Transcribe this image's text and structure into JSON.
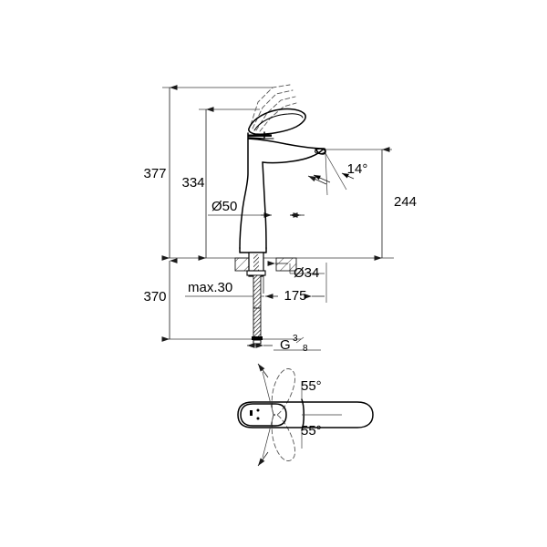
{
  "drawing": {
    "title": "Single-lever basin mixer XL-size technical dimension drawing",
    "background_color": "#ffffff",
    "line_color": "#000000",
    "dimension_color": "#1a1a1a",
    "units": "mm",
    "views": {
      "elevation": "side elevation with dimensions",
      "plan": "top view showing spout swivel range"
    }
  },
  "dimensions": {
    "total_height": "377",
    "handle_clearance_height": "334",
    "spout_outlet_height": "244",
    "below_surface_length": "370",
    "spout_reach": "175",
    "base_diameter": "Ø50",
    "mounting_hole_diameter": "Ø34",
    "max_deck_thickness": "max.30",
    "spray_angle": "14°",
    "swivel_left": "55°",
    "swivel_right": "55°",
    "thread_label_main": "G",
    "thread_numerator": "3",
    "thread_denominator": "8"
  },
  "labels": {
    "d377": "377",
    "d334": "334",
    "d244": "244",
    "d370": "370",
    "d175": "175",
    "d50": "Ø50",
    "d34": "Ø34",
    "max30": "max.30",
    "angle14": "14°",
    "angle55_top": "55°",
    "angle55_bottom": "55°",
    "thread_g": "G",
    "thread_3": "3",
    "thread_8": "8"
  }
}
